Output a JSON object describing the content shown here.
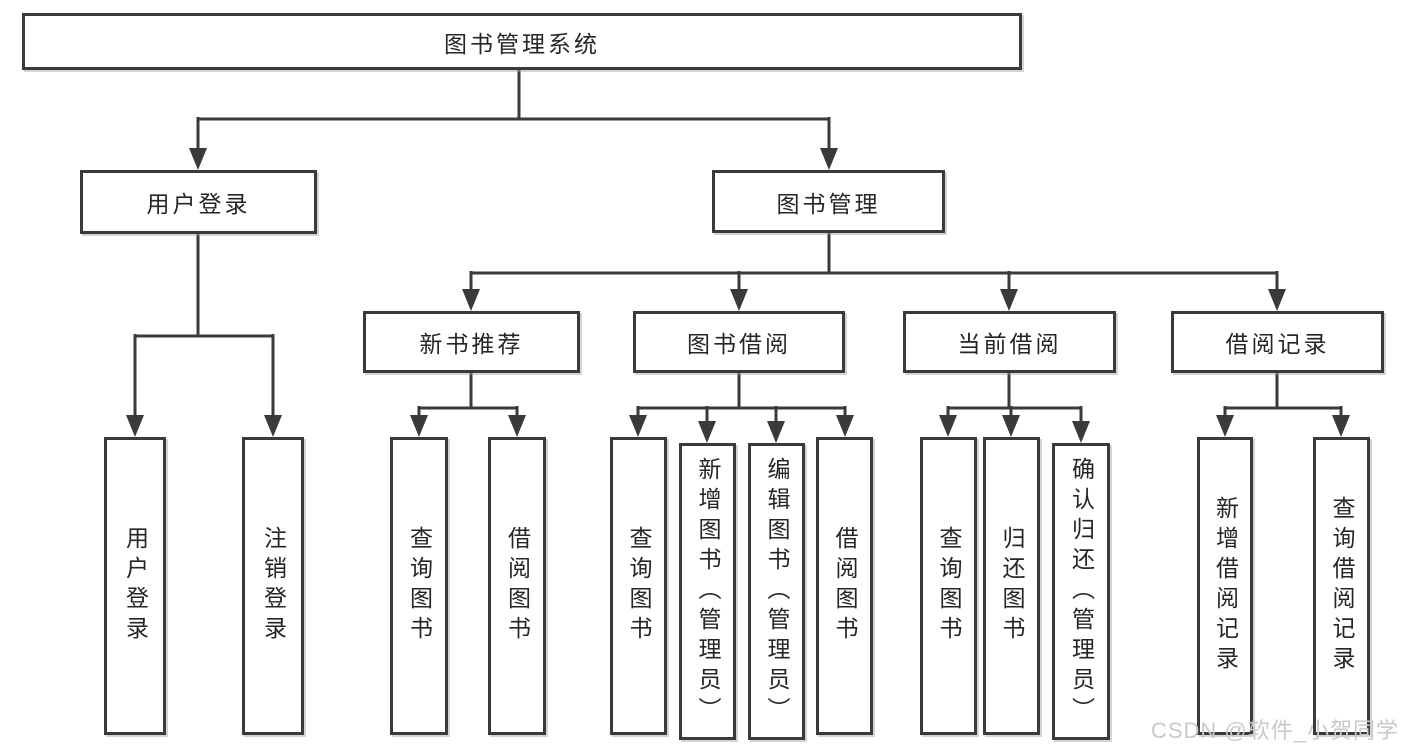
{
  "diagram": {
    "root": {
      "label": "图书管理系统"
    },
    "level2": [
      {
        "id": "user_login",
        "label": "用户登录"
      },
      {
        "id": "book_management",
        "label": "图书管理"
      }
    ],
    "level3": [
      {
        "id": "new_book_recommend",
        "label": "新书推荐"
      },
      {
        "id": "book_borrowing",
        "label": "图书借阅"
      },
      {
        "id": "current_borrowing",
        "label": "当前借阅"
      },
      {
        "id": "borrowing_records",
        "label": "借阅记录"
      }
    ],
    "leaves": {
      "user_login": [
        "用户登录",
        "注销登录"
      ],
      "new_book_recommend": [
        "查询图书",
        "借阅图书"
      ],
      "book_borrowing": [
        "查询图书",
        "新增图书（管理员）",
        "编辑图书（管理员）",
        "借阅图书"
      ],
      "current_borrowing": [
        "查询图书",
        "归还图书",
        "确认归还（管理员）"
      ],
      "borrowing_records": [
        "新增借阅记录",
        "查询借阅记录"
      ]
    }
  },
  "watermark": {
    "text": "CSDN @软件_小贺同学"
  },
  "colors": {
    "line": "#3a3a3a",
    "box_border": "#3a3a3a",
    "box_fill": "#ffffff",
    "text": "#262626",
    "watermark": "#c9c9c9"
  }
}
